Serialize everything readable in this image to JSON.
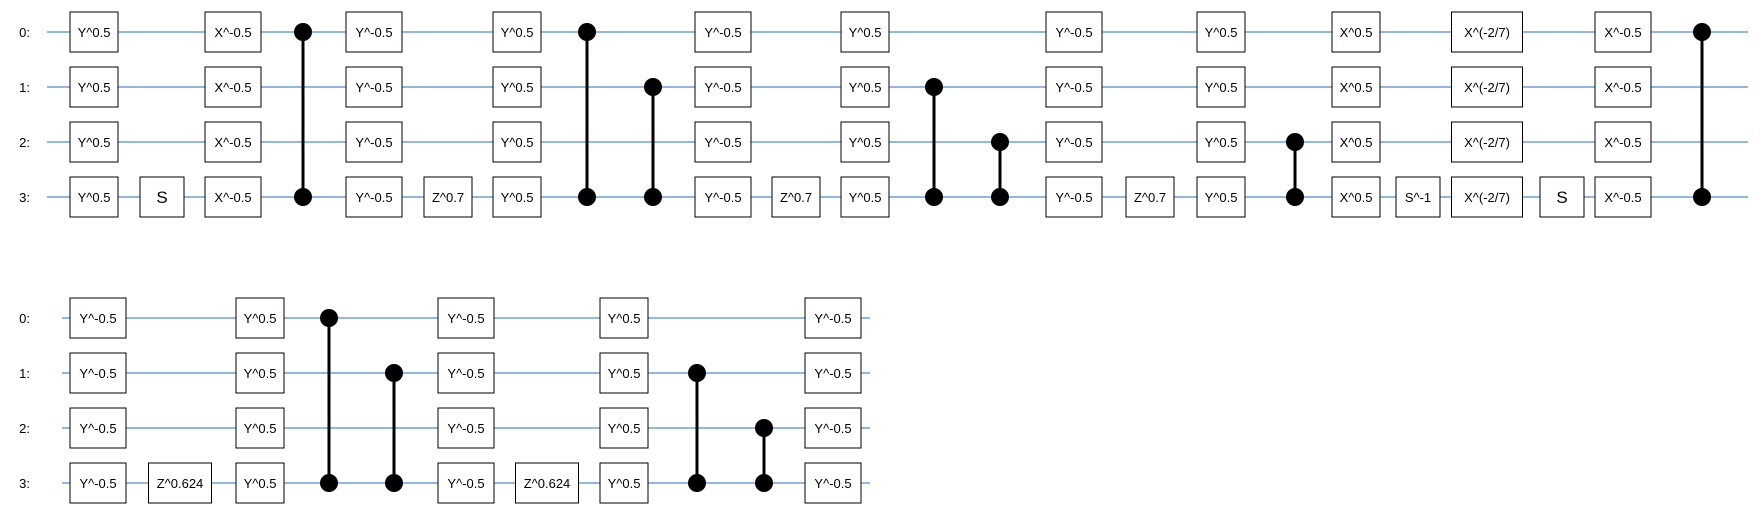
{
  "qubit_labels": [
    "0:",
    "1:",
    "2:",
    "3:"
  ],
  "colors": {
    "wire": "#1f6fd1",
    "gate_border": "#000000",
    "control_dot": "#000000",
    "background": "#ffffff"
  },
  "rows": [
    {
      "columns": [
        {
          "type": "gates",
          "gates": [
            {
              "q": 0,
              "label": "Y^0.5"
            },
            {
              "q": 1,
              "label": "Y^0.5"
            },
            {
              "q": 2,
              "label": "Y^0.5"
            },
            {
              "q": 3,
              "label": "Y^0.5"
            }
          ]
        },
        {
          "type": "gates",
          "gates": [
            {
              "q": 3,
              "label": "S"
            }
          ]
        },
        {
          "type": "gates",
          "gates": [
            {
              "q": 0,
              "label": "X^-0.5"
            },
            {
              "q": 1,
              "label": "X^-0.5"
            },
            {
              "q": 2,
              "label": "X^-0.5"
            },
            {
              "q": 3,
              "label": "X^-0.5"
            }
          ]
        },
        {
          "type": "cz",
          "qubits": [
            0,
            3
          ]
        },
        {
          "type": "gates",
          "gates": [
            {
              "q": 0,
              "label": "Y^-0.5"
            },
            {
              "q": 1,
              "label": "Y^-0.5"
            },
            {
              "q": 2,
              "label": "Y^-0.5"
            },
            {
              "q": 3,
              "label": "Y^-0.5"
            }
          ]
        },
        {
          "type": "gates",
          "gates": [
            {
              "q": 3,
              "label": "Z^0.7"
            }
          ]
        },
        {
          "type": "gates",
          "gates": [
            {
              "q": 0,
              "label": "Y^0.5"
            },
            {
              "q": 1,
              "label": "Y^0.5"
            },
            {
              "q": 2,
              "label": "Y^0.5"
            },
            {
              "q": 3,
              "label": "Y^0.5"
            }
          ]
        },
        {
          "type": "cz",
          "qubits": [
            0,
            3
          ]
        },
        {
          "type": "cz",
          "qubits": [
            1,
            3
          ]
        },
        {
          "type": "gates",
          "gates": [
            {
              "q": 0,
              "label": "Y^-0.5"
            },
            {
              "q": 1,
              "label": "Y^-0.5"
            },
            {
              "q": 2,
              "label": "Y^-0.5"
            },
            {
              "q": 3,
              "label": "Y^-0.5"
            }
          ]
        },
        {
          "type": "gates",
          "gates": [
            {
              "q": 3,
              "label": "Z^0.7"
            }
          ]
        },
        {
          "type": "gates",
          "gates": [
            {
              "q": 0,
              "label": "Y^0.5"
            },
            {
              "q": 1,
              "label": "Y^0.5"
            },
            {
              "q": 2,
              "label": "Y^0.5"
            },
            {
              "q": 3,
              "label": "Y^0.5"
            }
          ]
        },
        {
          "type": "cz",
          "qubits": [
            1,
            3
          ]
        },
        {
          "type": "cz",
          "qubits": [
            2,
            3
          ]
        },
        {
          "type": "gates",
          "gates": [
            {
              "q": 0,
              "label": "Y^-0.5"
            },
            {
              "q": 1,
              "label": "Y^-0.5"
            },
            {
              "q": 2,
              "label": "Y^-0.5"
            },
            {
              "q": 3,
              "label": "Y^-0.5"
            }
          ]
        },
        {
          "type": "gates",
          "gates": [
            {
              "q": 3,
              "label": "Z^0.7"
            }
          ]
        },
        {
          "type": "gates",
          "gates": [
            {
              "q": 0,
              "label": "Y^0.5"
            },
            {
              "q": 1,
              "label": "Y^0.5"
            },
            {
              "q": 2,
              "label": "Y^0.5"
            },
            {
              "q": 3,
              "label": "Y^0.5"
            }
          ]
        },
        {
          "type": "cz",
          "qubits": [
            2,
            3
          ]
        },
        {
          "type": "gates",
          "gates": [
            {
              "q": 0,
              "label": "X^0.5"
            },
            {
              "q": 1,
              "label": "X^0.5"
            },
            {
              "q": 2,
              "label": "X^0.5"
            },
            {
              "q": 3,
              "label": "X^0.5"
            }
          ]
        },
        {
          "type": "gates",
          "gates": [
            {
              "q": 3,
              "label": "S^-1"
            }
          ]
        },
        {
          "type": "gates",
          "gates": [
            {
              "q": 0,
              "label": "X^(-2/7)"
            },
            {
              "q": 1,
              "label": "X^(-2/7)"
            },
            {
              "q": 2,
              "label": "X^(-2/7)"
            },
            {
              "q": 3,
              "label": "X^(-2/7)"
            }
          ]
        },
        {
          "type": "gates",
          "gates": [
            {
              "q": 3,
              "label": "S"
            }
          ]
        },
        {
          "type": "gates",
          "gates": [
            {
              "q": 0,
              "label": "X^-0.5"
            },
            {
              "q": 1,
              "label": "X^-0.5"
            },
            {
              "q": 2,
              "label": "X^-0.5"
            },
            {
              "q": 3,
              "label": "X^-0.5"
            }
          ]
        },
        {
          "type": "cz",
          "qubits": [
            0,
            3
          ]
        }
      ]
    },
    {
      "columns": [
        {
          "type": "gates",
          "gates": [
            {
              "q": 0,
              "label": "Y^-0.5"
            },
            {
              "q": 1,
              "label": "Y^-0.5"
            },
            {
              "q": 2,
              "label": "Y^-0.5"
            },
            {
              "q": 3,
              "label": "Y^-0.5"
            }
          ]
        },
        {
          "type": "gates",
          "gates": [
            {
              "q": 3,
              "label": "Z^0.624"
            }
          ]
        },
        {
          "type": "gates",
          "gates": [
            {
              "q": 0,
              "label": "Y^0.5"
            },
            {
              "q": 1,
              "label": "Y^0.5"
            },
            {
              "q": 2,
              "label": "Y^0.5"
            },
            {
              "q": 3,
              "label": "Y^0.5"
            }
          ]
        },
        {
          "type": "cz",
          "qubits": [
            0,
            3
          ]
        },
        {
          "type": "cz",
          "qubits": [
            1,
            3
          ]
        },
        {
          "type": "gates",
          "gates": [
            {
              "q": 0,
              "label": "Y^-0.5"
            },
            {
              "q": 1,
              "label": "Y^-0.5"
            },
            {
              "q": 2,
              "label": "Y^-0.5"
            },
            {
              "q": 3,
              "label": "Y^-0.5"
            }
          ]
        },
        {
          "type": "gates",
          "gates": [
            {
              "q": 3,
              "label": "Z^0.624"
            }
          ]
        },
        {
          "type": "gates",
          "gates": [
            {
              "q": 0,
              "label": "Y^0.5"
            },
            {
              "q": 1,
              "label": "Y^0.5"
            },
            {
              "q": 2,
              "label": "Y^0.5"
            },
            {
              "q": 3,
              "label": "Y^0.5"
            }
          ]
        },
        {
          "type": "cz",
          "qubits": [
            1,
            3
          ]
        },
        {
          "type": "cz",
          "qubits": [
            2,
            3
          ]
        },
        {
          "type": "gates",
          "gates": [
            {
              "q": 0,
              "label": "Y^-0.5"
            },
            {
              "q": 1,
              "label": "Y^-0.5"
            },
            {
              "q": 2,
              "label": "Y^-0.5"
            },
            {
              "q": 3,
              "label": "Y^-0.5"
            }
          ]
        }
      ]
    }
  ]
}
